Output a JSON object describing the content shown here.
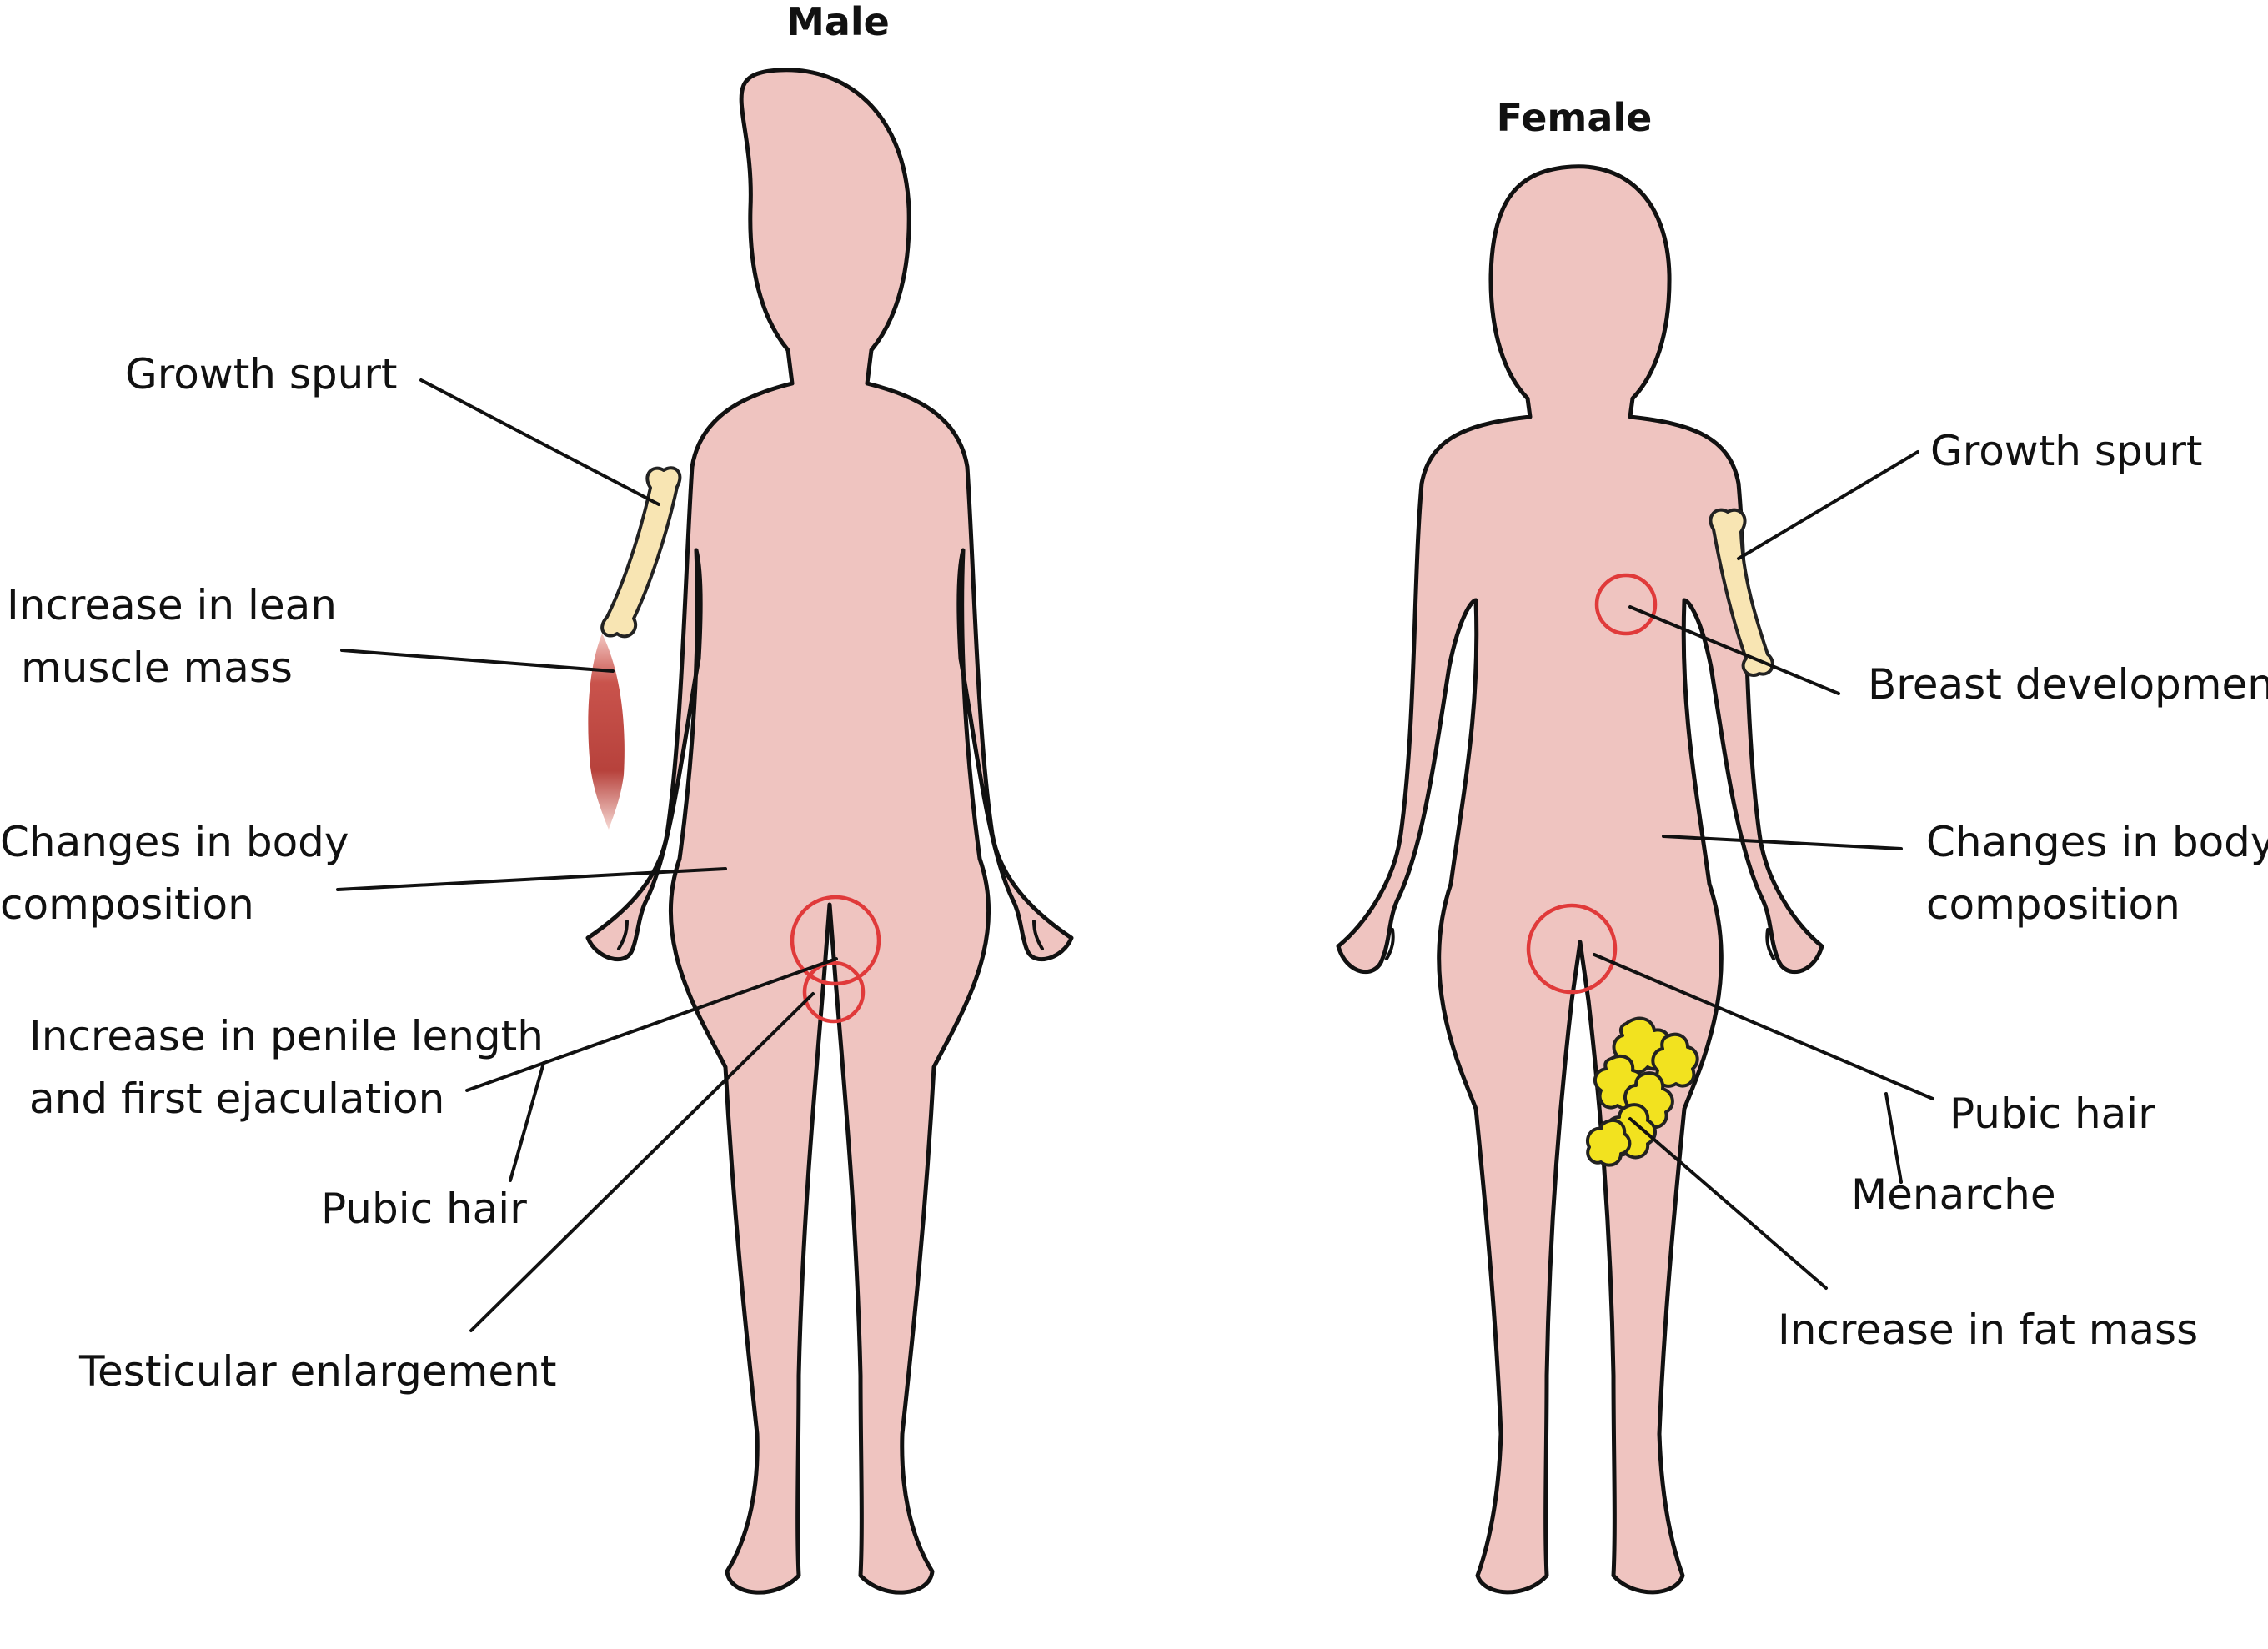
{
  "colors": {
    "skin": "#efc4c0",
    "outline": "#111111",
    "marker": "#e03a3a",
    "bone": "#f8e5b3",
    "fat": "#f2e21f",
    "muscle": "#b9403b"
  },
  "male": {
    "heading": "Male",
    "labels": {
      "growth_spurt": "Growth spurt",
      "lean_muscle_1": "Increase in lean",
      "lean_muscle_2": "muscle mass",
      "body_comp_1": "Changes in body",
      "body_comp_2": "composition",
      "penile_1": "Increase in penile length",
      "penile_2": "and first ejaculation",
      "pubic_hair": "Pubic hair",
      "testicular": "Testicular enlargement"
    }
  },
  "female": {
    "heading": "Female",
    "labels": {
      "growth_spurt": "Growth spurt",
      "breast": "Breast development",
      "body_comp_1": "Changes in body",
      "body_comp_2": "composition",
      "pubic_hair": "Pubic hair",
      "menarche": "Menarche",
      "fat_mass": "Increase in fat mass"
    }
  }
}
